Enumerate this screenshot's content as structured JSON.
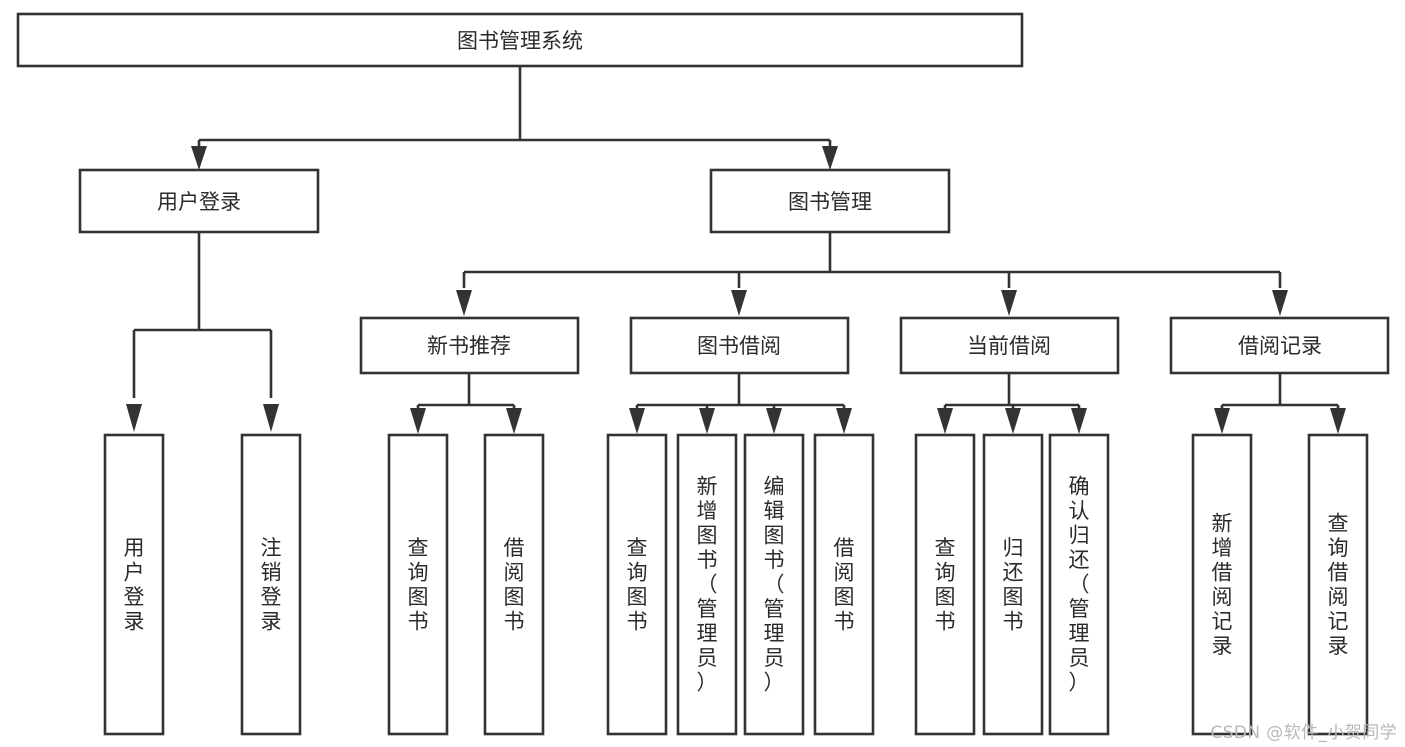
{
  "diagram": {
    "title": "图书管理系统",
    "type": "tree-hierarchy-chart",
    "orientation": "top-down",
    "colors": {
      "box_fill": "#ffffff",
      "box_stroke": "#333333",
      "text": "#2b2b2b",
      "background": "#ffffff",
      "watermark": "#b8b8b8"
    },
    "root": {
      "label": "图书管理系统"
    },
    "level2": [
      {
        "id": "user-login",
        "label": "用户登录"
      },
      {
        "id": "book-management",
        "label": "图书管理"
      }
    ],
    "level3": [
      {
        "id": "new-book-recommend",
        "label": "新书推荐",
        "parent": "book-management"
      },
      {
        "id": "book-borrow",
        "label": "图书借阅",
        "parent": "book-management"
      },
      {
        "id": "current-borrow",
        "label": "当前借阅",
        "parent": "book-management"
      },
      {
        "id": "borrow-record",
        "label": "借阅记录",
        "parent": "book-management"
      }
    ],
    "leaves": [
      {
        "id": "leaf-user-login",
        "label": "用户登录",
        "parent": "user-login"
      },
      {
        "id": "leaf-logout-login",
        "label": "注销登录",
        "parent": "user-login"
      },
      {
        "id": "leaf-query-book-1",
        "label": "查询图书",
        "parent": "new-book-recommend"
      },
      {
        "id": "leaf-borrow-book-1",
        "label": "借阅图书",
        "parent": "new-book-recommend"
      },
      {
        "id": "leaf-query-book-2",
        "label": "查询图书",
        "parent": "book-borrow"
      },
      {
        "id": "leaf-add-book",
        "label": "新增图书（管理员）",
        "parent": "book-borrow"
      },
      {
        "id": "leaf-edit-book",
        "label": "编辑图书（管理员）",
        "parent": "book-borrow"
      },
      {
        "id": "leaf-borrow-book-2",
        "label": "借阅图书",
        "parent": "book-borrow"
      },
      {
        "id": "leaf-query-book-3",
        "label": "查询图书",
        "parent": "current-borrow"
      },
      {
        "id": "leaf-return-book",
        "label": "归还图书",
        "parent": "current-borrow"
      },
      {
        "id": "leaf-confirm-return",
        "label": "确认归还（管理员）",
        "parent": "current-borrow"
      },
      {
        "id": "leaf-add-borrow-record",
        "label": "新增借阅记录",
        "parent": "borrow-record"
      },
      {
        "id": "leaf-query-borrow-record",
        "label": "查询借阅记录",
        "parent": "borrow-record"
      }
    ]
  },
  "watermark": {
    "text": "CSDN @软件_小贺同学"
  }
}
